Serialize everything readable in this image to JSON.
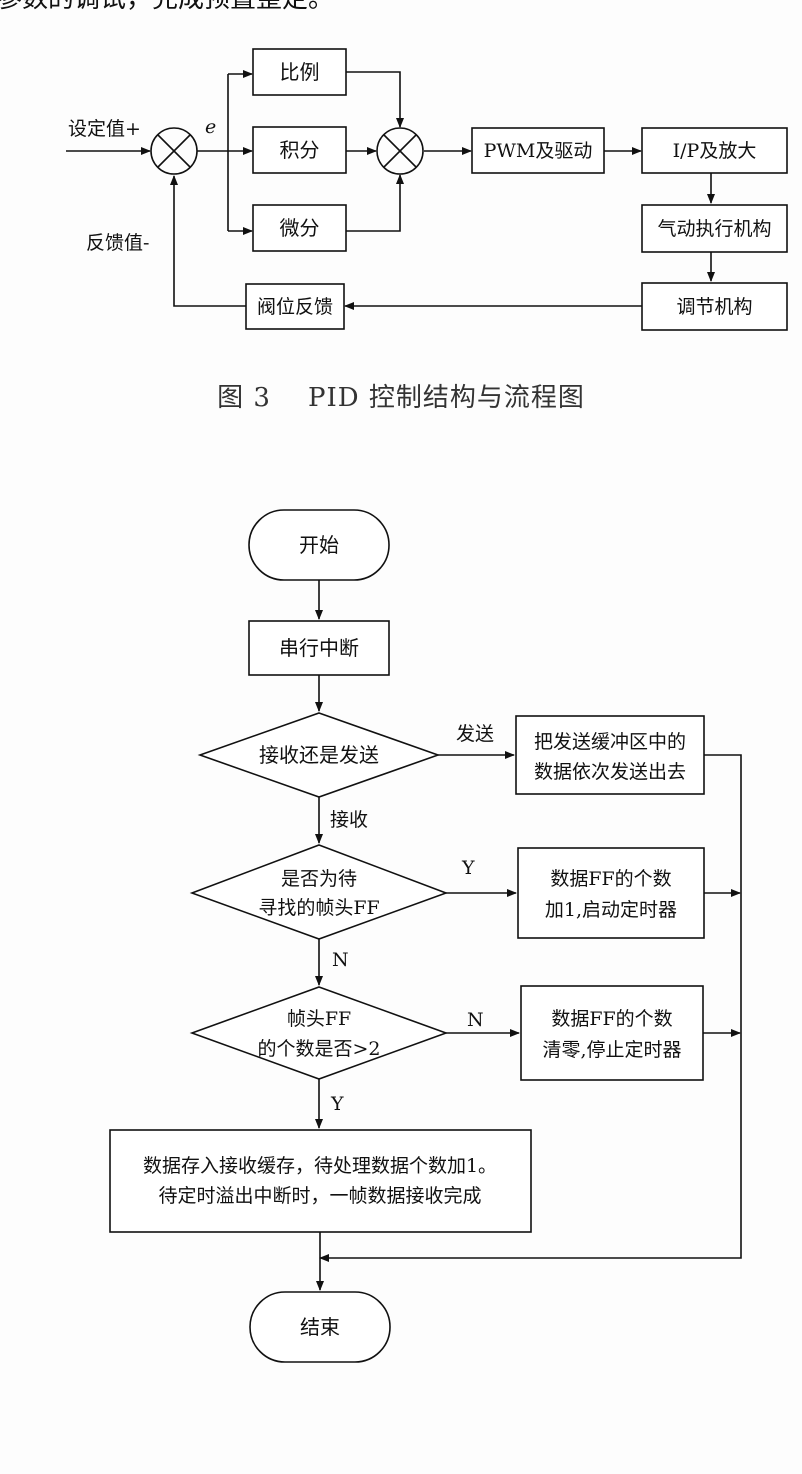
{
  "top_text": "参数的调试，完成预置整定。",
  "pid": {
    "setpoint_label": "设定值+",
    "feedback_label": "反馈值-",
    "error_symbol": "e",
    "proportional": "比例",
    "integral": "积分",
    "derivative": "微分",
    "pwm": "PWM及驱动",
    "ip": "I/P及放大",
    "actuator": "气动执行机构",
    "regulator": "调节机构",
    "valve_feedback": "阀位反馈"
  },
  "caption": "图 3    PID 控制结构与流程图",
  "flow": {
    "start": "开始",
    "serial_interrupt": "串行中断",
    "decision_rx_tx": "接收还是发送",
    "send_label": "发送",
    "send_box_line1": "把发送缓冲区中的",
    "send_box_line2": "数据依次发送出去",
    "receive_label": "接收",
    "decision_header_line1": "是否为待",
    "decision_header_line2": "寻找的帧头FF",
    "yes_label_1": "Y",
    "ff_count_line1": "数据FF的个数",
    "ff_count_line2": "加1,启动定时器",
    "no_label_1": "N",
    "decision_count_line1": "帧头FF",
    "decision_count_line2": "的个数是否>2",
    "no_label_2": "N",
    "clear_line1": "数据FF的个数",
    "clear_line2": "清零,停止定时器",
    "yes_label_2": "Y",
    "store_line1": "数据存入接收缓存，待处理数据个数加1。",
    "store_line2": "待定时溢出中断时，一帧数据接收完成",
    "end": "结束"
  }
}
